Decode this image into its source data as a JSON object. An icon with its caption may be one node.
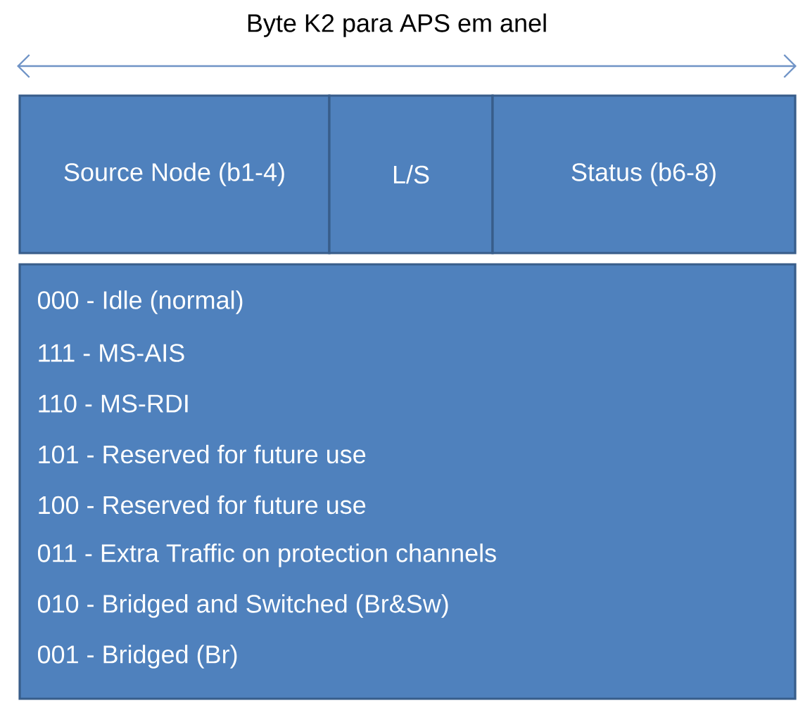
{
  "diagram": {
    "title": "Byte K2 para APS em anel",
    "nodes": [
      {
        "text": [
          "Source Node (b1-4)"
        ]
      },
      {
        "text": [
          "L/S"
        ]
      },
      {
        "text": [
          "Status (b6-8)"
        ]
      },
      {
        "text": [
          "000 - Idle (normal)",
          "111 - MS-AIS",
          "110 - MS-RDI",
          "101 - Reserved for future use",
          "100 - Reserved for future use",
          "011 - Extra Traffic on protection channels",
          "010 - Bridged and Switched (Br&Sw)",
          "001 - Bridged (Br)"
        ]
      }
    ]
  }
}
